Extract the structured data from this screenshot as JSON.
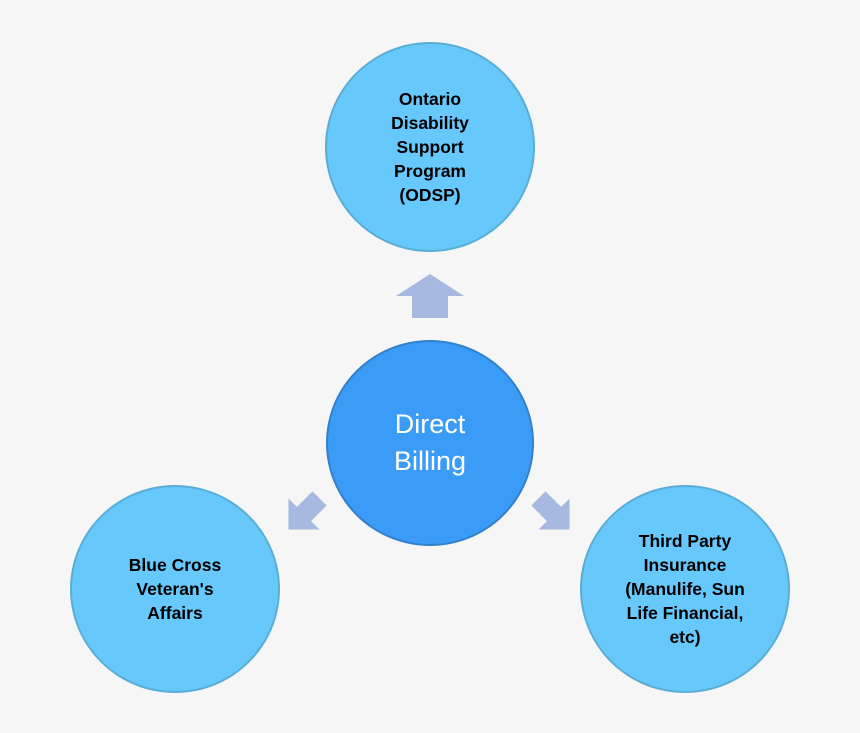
{
  "colors": {
    "background": "#f6f6f6",
    "outer_circle": "#66c8fb",
    "center_circle": "#3a9cf7",
    "arrow": "#a7b9e0"
  },
  "diagram": {
    "center": {
      "lines": [
        "Direct",
        "Billing"
      ]
    },
    "top": {
      "lines": [
        "Ontario",
        "Disability",
        "Support",
        "Program",
        "(ODSP)"
      ]
    },
    "left": {
      "lines": [
        "Blue Cross",
        "Veteran's",
        "Affairs"
      ]
    },
    "right": {
      "lines": [
        "Third Party",
        "Insurance",
        "(Manulife, Sun",
        "Life Financial,",
        "etc)"
      ]
    }
  }
}
